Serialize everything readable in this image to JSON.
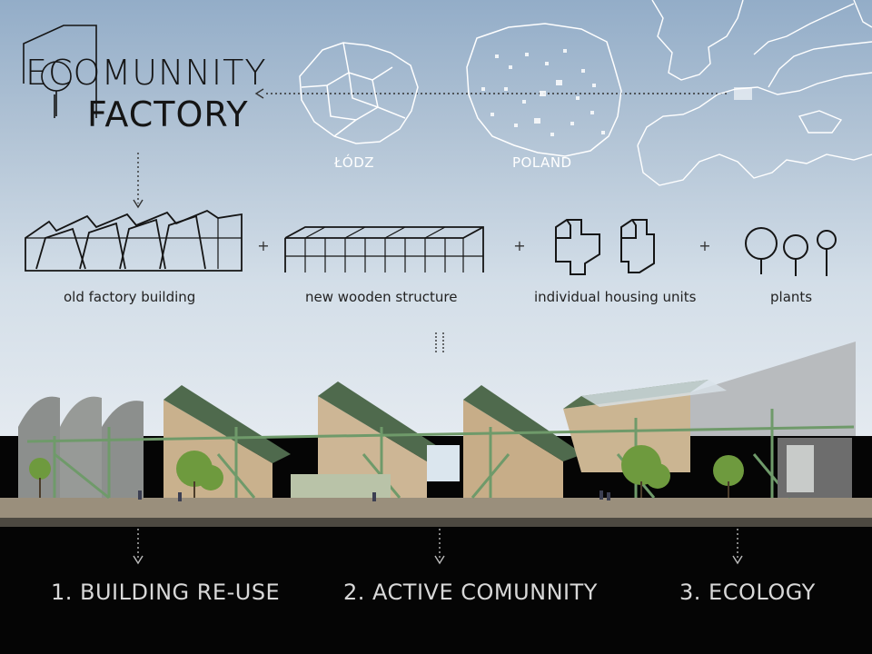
{
  "title": {
    "line1": "ECOMUNNITY",
    "line2": "FACTORY"
  },
  "maps": {
    "city": "ŁÓDZ",
    "country": "POLAND"
  },
  "components": [
    {
      "label": "old factory building"
    },
    {
      "label": "new wooden structure"
    },
    {
      "label": "individual housing units"
    },
    {
      "label": "plants"
    }
  ],
  "operators": {
    "plus": "+",
    "equals": "="
  },
  "principles": [
    {
      "label": "1. BUILDING RE-USE"
    },
    {
      "label": "2. ACTIVE COMUNNITY"
    },
    {
      "label": "3. ECOLOGY"
    }
  ],
  "colors": {
    "sky_top": "#93adc8",
    "sky_bottom": "#e4eaf0",
    "ground": "#050505",
    "structure": "#6f9a6a",
    "wood": "#c9b18d"
  }
}
